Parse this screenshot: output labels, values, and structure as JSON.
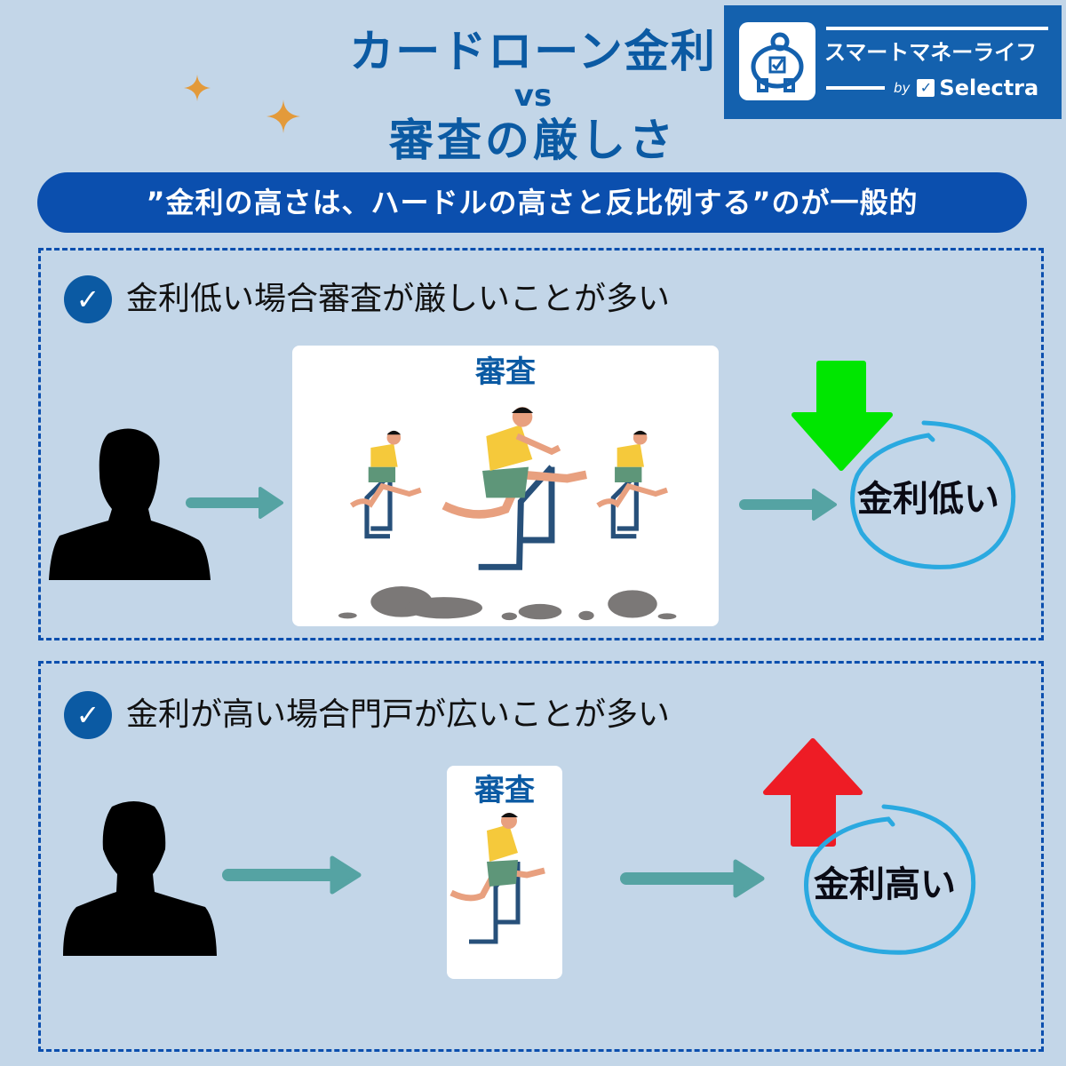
{
  "header": {
    "title_line1": "カードローン金利",
    "title_vs": "vs",
    "title_line2": "審査の厳しさ",
    "sparkle_icon": "sparkle-icon"
  },
  "logo": {
    "name": "スマートマネーライフ",
    "by": "by",
    "brand": "Selectra",
    "brand_check": "✓",
    "icon": "piggy-bank-icon"
  },
  "banner": {
    "text": "”金利の高さは、ハードルの高さと反比例する”のが一般的"
  },
  "sections": [
    {
      "check": "✓",
      "heading": "金利低い場合審査が厳しいことが多い",
      "card_title": "審査",
      "result": "金利低い",
      "result_arrow": "down",
      "arrow_color": "#00e600",
      "hurdles": 3
    },
    {
      "check": "✓",
      "heading": "金利が高い場合門戸が広いことが多い",
      "card_title": "審査",
      "result": "金利高い",
      "result_arrow": "up",
      "arrow_color": "#ee1c25",
      "hurdles": 1
    }
  ],
  "colors": {
    "background": "#c3d6e8",
    "primary": "#0b5aa3",
    "banner": "#0b4fae",
    "flow_arrow": "#55a3a3",
    "circle": "#2aa9e0",
    "sparkle": "#e39a3a"
  }
}
